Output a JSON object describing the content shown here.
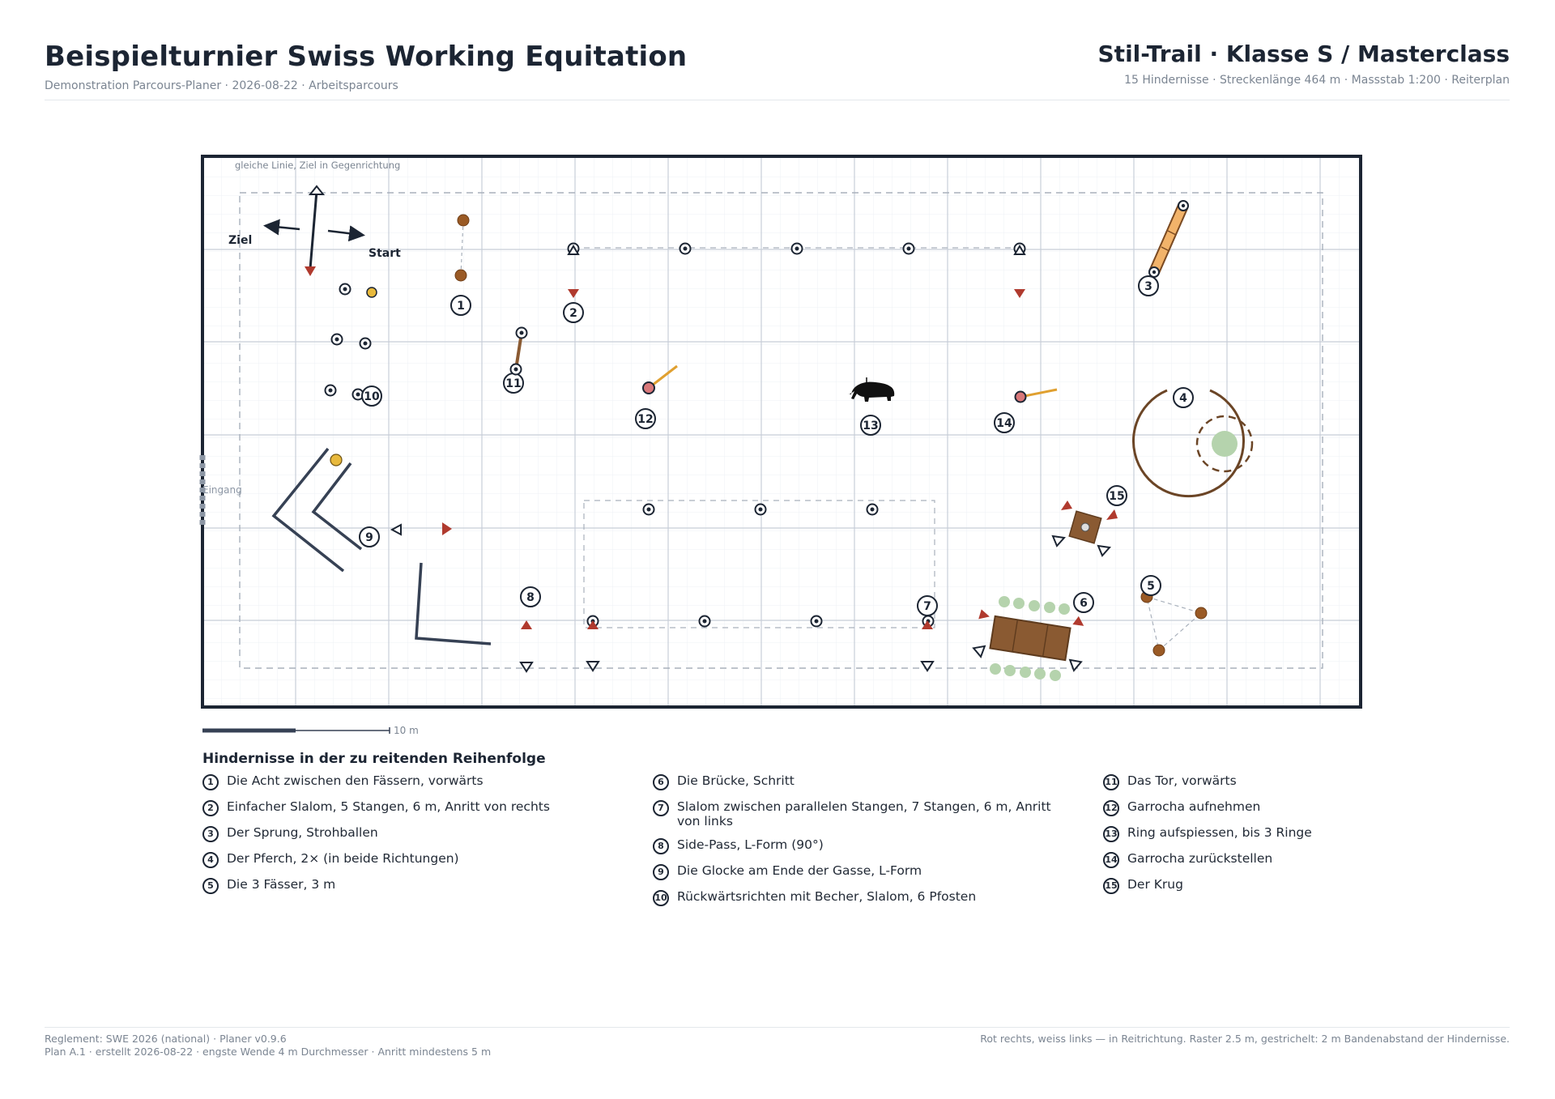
{
  "header": {
    "title": "Beispielturnier Swiss Working Equitation",
    "subtitle": "Demonstration Parcours-Planer · 2026-08-22 · Arbeitsparcours",
    "right_title": "Stil-Trail · Klasse S / Masterclass",
    "right_subtitle": "15 Hindernisse · Streckenlänge 464 m · Massstab 1:200 · Reiterplan"
  },
  "arena": {
    "top_note": "gleiche Linie, Ziel in Gegenrichtung",
    "label_finish": "Ziel",
    "label_start": "Start",
    "label_entrance": "Eingang",
    "scale_label": "10 m"
  },
  "obstacle_markers": [
    "1",
    "2",
    "3",
    "4",
    "5",
    "6",
    "7",
    "8",
    "9",
    "10",
    "11",
    "12",
    "13",
    "14",
    "15"
  ],
  "legend": {
    "title": "Hindernisse in der zu reitenden Reihenfolge",
    "items": [
      {
        "n": "1",
        "text": "Die Acht zwischen den Fässern, vorwärts"
      },
      {
        "n": "2",
        "text": "Einfacher Slalom, 5 Stangen, 6 m, Anritt von rechts"
      },
      {
        "n": "3",
        "text": "Der Sprung, Strohballen"
      },
      {
        "n": "4",
        "text": "Der Pferch, 2× (in beide Richtungen)"
      },
      {
        "n": "5",
        "text": "Die 3 Fässer, 3 m"
      },
      {
        "n": "6",
        "text": "Die Brücke, Schritt"
      },
      {
        "n": "7",
        "text": "Slalom zwischen parallelen Stangen, 7 Stangen, 6 m, Anritt von links"
      },
      {
        "n": "8",
        "text": "Side-Pass, L-Form (90°)"
      },
      {
        "n": "9",
        "text": "Die Glocke am Ende der Gasse, L-Form"
      },
      {
        "n": "10",
        "text": "Rückwärtsrichten mit Becher, Slalom, 6 Pfosten"
      },
      {
        "n": "11",
        "text": "Das Tor, vorwärts"
      },
      {
        "n": "12",
        "text": "Garrocha aufnehmen"
      },
      {
        "n": "13",
        "text": "Ring aufspiessen, bis 3 Ringe"
      },
      {
        "n": "14",
        "text": "Garrocha zurückstellen"
      },
      {
        "n": "15",
        "text": "Der Krug"
      }
    ]
  },
  "footer": {
    "left_line1": "Reglement: SWE 2026 (national) · Planer v0.9.6",
    "left_line2": "Plan A.1 · erstellt 2026-08-22 · engste Wende 4 m Durchmesser · Anritt mindestens 5 m",
    "right": "Rot rechts, weiss links — in Reitrichtung. Raster 2.5 m, gestrichelt: 2 m Bandenabstand der Hindernisse."
  },
  "colors": {
    "ink": "#1c2533",
    "flag_red": "#b03a2e",
    "barrel": "#9a5a25",
    "wood": "#8a5a32",
    "straw": "#e8a85a",
    "hedge": "#b5d3ad",
    "grid": "#c7ced8",
    "muted": "#7b8592"
  }
}
